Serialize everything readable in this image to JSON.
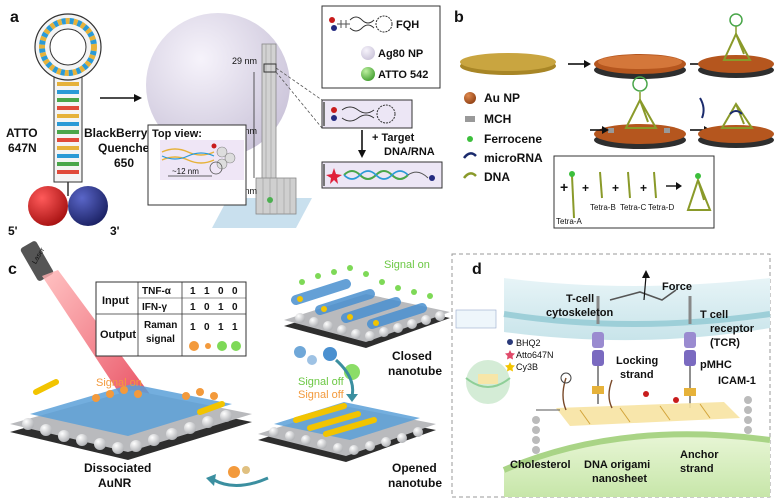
{
  "panel_a": {
    "letter": "a",
    "dye_left": [
      "ATTO",
      "647N"
    ],
    "quencher": [
      "BlackBerry®",
      "Quencher",
      "650"
    ],
    "end5": "5'",
    "end3": "3'",
    "top_view": "Top view:",
    "top_view_dim": "~12 nm",
    "dim_29": "29 nm",
    "dim_71": "71 nm",
    "dim_25": "25 nm",
    "legend_fqh": "FQH",
    "legend_np": "Ag80 NP",
    "legend_atto": "ATTO 542",
    "target": [
      "+ Target",
      "DNA/RNA"
    ]
  },
  "panel_b": {
    "letter": "b",
    "legend": [
      "Au NP",
      "MCH",
      "Ferrocene",
      "microRNA",
      "DNA"
    ],
    "tetra": [
      "Tetra-A",
      "Tetra-B",
      "Tetra-C",
      "Tetra-D"
    ]
  },
  "panel_c": {
    "letter": "c",
    "laser": "Laser",
    "table": {
      "input": "Input",
      "output": "Output",
      "tnf": "TNF-α",
      "ifn": "IFN-γ",
      "raman": [
        "Raman",
        "signal"
      ],
      "tnf_vals": [
        "1",
        "1",
        "0",
        "0"
      ],
      "ifn_vals": [
        "1",
        "0",
        "1",
        "0"
      ],
      "raman_vals": [
        "1",
        "0",
        "1",
        "1"
      ]
    },
    "signal_on_top": "Signal on",
    "closed": [
      "Closed",
      "nanotube"
    ],
    "signal_off_1": "Signal off",
    "signal_off_2": "Signal off",
    "signal_on_left": "Signal on",
    "opened": [
      "Opened",
      "nanotube"
    ],
    "dissociated": [
      "Dissociated",
      "AuNR"
    ]
  },
  "panel_d": {
    "letter": "d",
    "force": "Force",
    "cytoskeleton": [
      "T-cell",
      "cytoskeleton"
    ],
    "tcr": [
      "T cell",
      "receptor",
      "(TCR)"
    ],
    "legend": [
      "BHQ2",
      "Atto647N",
      "Cy3B"
    ],
    "locking": [
      "Locking",
      "strand"
    ],
    "pmhc": "pMHC",
    "icam": "ICAM-1",
    "cholesterol": "Cholesterol",
    "origami": [
      "DNA origami",
      "nanosheet"
    ],
    "anchor": [
      "Anchor",
      "strand"
    ]
  },
  "colors": {
    "sphere": "#dcd7e6",
    "gold": "#b8912e",
    "au_np": "#b5561e",
    "red_ball": "#c81c1c",
    "blue_ball": "#232a80",
    "signal_orange": "#f39a3c",
    "signal_green": "#7ed957",
    "membrane": "#d5ecf0",
    "cell_bottom": "#d9efc4"
  }
}
